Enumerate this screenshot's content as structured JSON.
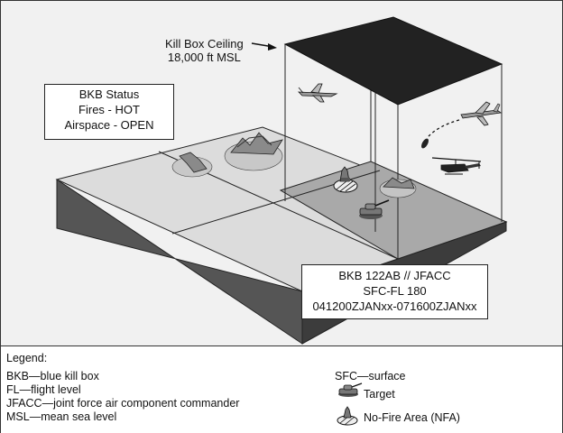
{
  "ceiling_label": {
    "line1": "Kill Box Ceiling",
    "line2": "18,000 ft MSL"
  },
  "status_box": {
    "line1": "BKB Status",
    "line2": "Fires - HOT",
    "line3": "Airspace - OPEN"
  },
  "info_box": {
    "line1": "BKB 122AB // JFACC",
    "line2": "SFC-FL 180",
    "line3": "041200ZJANxx-071600ZJANxx"
  },
  "legend": {
    "title": "Legend:",
    "items_left": [
      "BKB—blue kill box",
      "FL—flight level",
      "JFACC—joint force air component commander",
      "MSL—mean sea level"
    ],
    "sfc": "SFC—surface",
    "target": "Target",
    "nfa": "No-Fire Area (NFA)"
  },
  "icons": [
    "drone-icon",
    "fighter-jet-icon",
    "missile-icon",
    "helicopter-icon",
    "tank-icon",
    "no-fire-area-icon",
    "mountain-icon"
  ]
}
